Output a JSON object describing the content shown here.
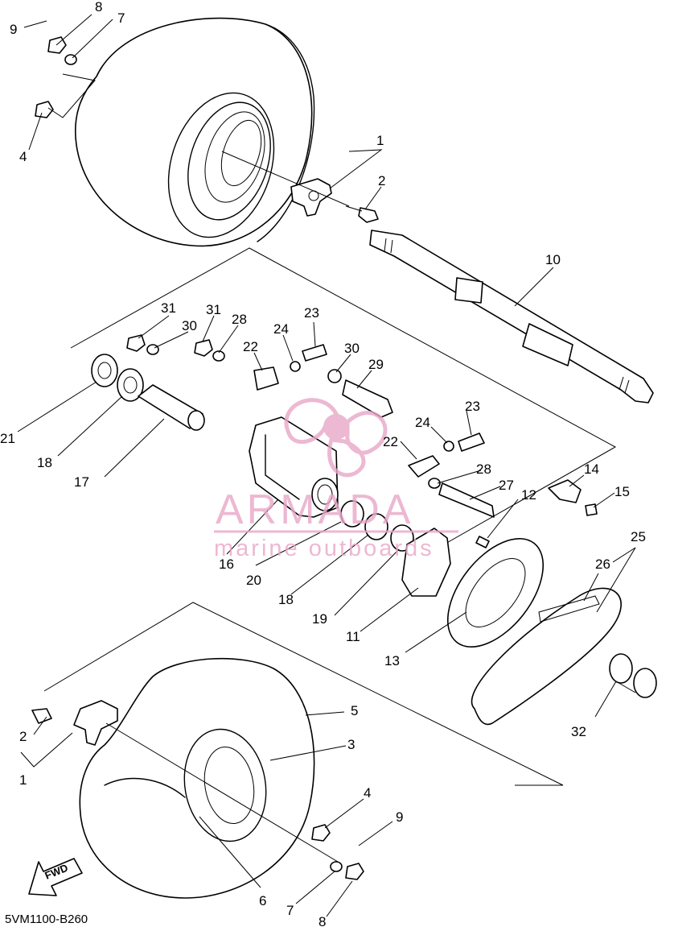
{
  "diagram_code": "5VM1100-B260",
  "watermark": {
    "brand": "ARMADA",
    "tagline": "marine outboards",
    "color": "#e8a7c8"
  },
  "direction_label": "FWD",
  "callouts": [
    {
      "id": "c9a",
      "label": "9"
    },
    {
      "id": "c8a",
      "label": "8"
    },
    {
      "id": "c7a",
      "label": "7"
    },
    {
      "id": "c4a",
      "label": "4"
    },
    {
      "id": "c1a",
      "label": "1"
    },
    {
      "id": "c2a",
      "label": "2"
    },
    {
      "id": "c10",
      "label": "10"
    },
    {
      "id": "c31a",
      "label": "31"
    },
    {
      "id": "c30a",
      "label": "30"
    },
    {
      "id": "c31b",
      "label": "31"
    },
    {
      "id": "c28a",
      "label": "28"
    },
    {
      "id": "c23a",
      "label": "23"
    },
    {
      "id": "c24a",
      "label": "24"
    },
    {
      "id": "c22a",
      "label": "22"
    },
    {
      "id": "c30b",
      "label": "30"
    },
    {
      "id": "c29",
      "label": "29"
    },
    {
      "id": "c21",
      "label": "21"
    },
    {
      "id": "c18a",
      "label": "18"
    },
    {
      "id": "c17",
      "label": "17"
    },
    {
      "id": "c16",
      "label": "16"
    },
    {
      "id": "c23b",
      "label": "23"
    },
    {
      "id": "c24b",
      "label": "24"
    },
    {
      "id": "c22b",
      "label": "22"
    },
    {
      "id": "c28b",
      "label": "28"
    },
    {
      "id": "c27",
      "label": "27"
    },
    {
      "id": "c12",
      "label": "12"
    },
    {
      "id": "c14",
      "label": "14"
    },
    {
      "id": "c15",
      "label": "15"
    },
    {
      "id": "c20",
      "label": "20"
    },
    {
      "id": "c18b",
      "label": "18"
    },
    {
      "id": "c19",
      "label": "19"
    },
    {
      "id": "c11",
      "label": "11"
    },
    {
      "id": "c13",
      "label": "13"
    },
    {
      "id": "c25",
      "label": "25"
    },
    {
      "id": "c26",
      "label": "26"
    },
    {
      "id": "c32",
      "label": "32"
    },
    {
      "id": "c5",
      "label": "5"
    },
    {
      "id": "c3",
      "label": "3"
    },
    {
      "id": "c2b",
      "label": "2"
    },
    {
      "id": "c1b",
      "label": "1"
    },
    {
      "id": "c4b",
      "label": "4"
    },
    {
      "id": "c9b",
      "label": "9"
    },
    {
      "id": "c6",
      "label": "6"
    },
    {
      "id": "c7b",
      "label": "7"
    },
    {
      "id": "c8b",
      "label": "8"
    }
  ]
}
